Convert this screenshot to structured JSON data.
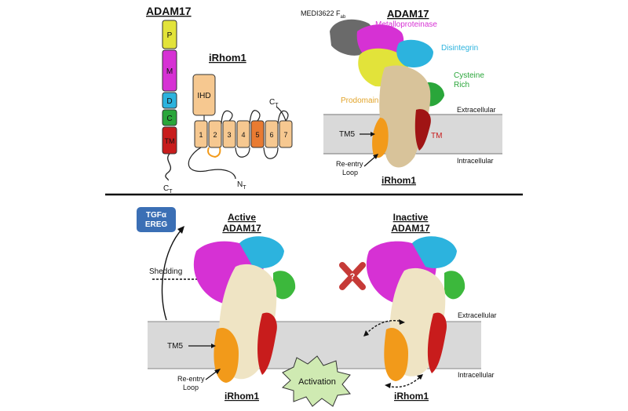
{
  "colors": {
    "prodomain": "#e2e33a",
    "metalloproteinase": "#d631d4",
    "disintegrin": "#2cb3de",
    "cysteine_rich": "#2aa63a",
    "tm": "#c81c1c",
    "irhom_box": "#f6c890",
    "irhom_tm5": "#e97b32",
    "irhom_orange": "#f29a1a",
    "membrane": "#d9d9d9",
    "tgf_box": "#3b6fb5",
    "activation": "#cfeab2",
    "inactive_x": "#c63a37",
    "fab_gray": "#6a6a6a",
    "body_cream": "#efe4c4"
  },
  "top_left": {
    "adam17_title": "ADAM17",
    "domains": [
      {
        "letter": "P",
        "color_key": "prodomain"
      },
      {
        "letter": "M",
        "color_key": "metalloproteinase"
      },
      {
        "letter": "D",
        "color_key": "disintegrin"
      },
      {
        "letter": "C",
        "color_key": "cysteine_rich"
      },
      {
        "letter": "TM",
        "color_key": "tm"
      }
    ],
    "ct_main": "C",
    "ct_sub": "T",
    "irhom_title": "iRhom1",
    "ihd_label": "IHD",
    "tm_helices": [
      "1",
      "2",
      "3",
      "4",
      "5",
      "6",
      "7"
    ],
    "nt_main": "N",
    "nt_sub": "T",
    "irhom_ct_main": "C",
    "irhom_ct_sub": "T"
  },
  "top_right": {
    "fab_main": "MEDI3622 F",
    "fab_sub": "ab",
    "adam17_title": "ADAM17",
    "metalloproteinase": "Metalloproteinase",
    "disintegrin": "Disintegrin",
    "cysteine_line1": "Cysteine",
    "cysteine_line2": "Rich",
    "prodomain": "Prodomain",
    "extracellular": "Extracellular",
    "intracellular": "Intracellular",
    "tm5": "TM5",
    "tm": "TM",
    "reentry_line1": "Re-entry",
    "reentry_line2": "Loop",
    "irhom_title": "iRhom1"
  },
  "bottom": {
    "tgf_line1": "TGFα",
    "tgf_line2": "EREG",
    "shedding": "Shedding",
    "active_line1": "Active",
    "active_line2": "ADAM17",
    "inactive_line1": "Inactive",
    "inactive_line2": "ADAM17",
    "question": "?",
    "extracellular": "Extracellular",
    "intracellular": "Intracellular",
    "tm5": "TM5",
    "reentry_line1": "Re-entry",
    "reentry_line2": "Loop",
    "irhom_left": "iRhom1",
    "irhom_right": "iRhom1",
    "activation": "Activation"
  }
}
